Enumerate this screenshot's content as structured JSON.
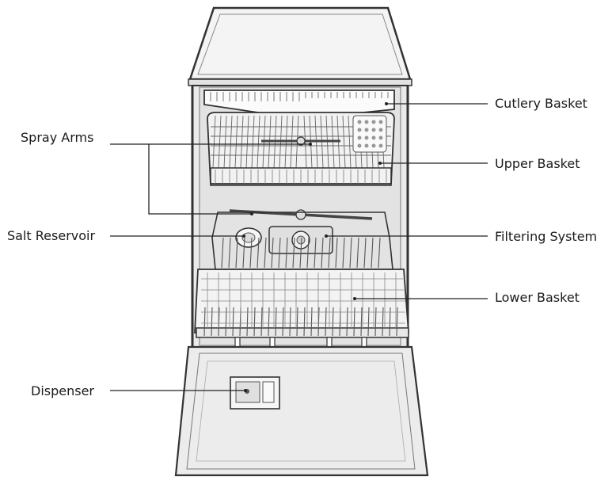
{
  "labels": {
    "cutlery_basket": "Cutlery Basket",
    "spray_arms": "Spray Arms",
    "upper_basket": "Upper Basket",
    "salt_reservoir": "Salt Reservoir",
    "filtering_system": "Filtering System",
    "lower_basket": "Lower Basket",
    "dispenser": "Dispenser"
  },
  "colors": {
    "outline": "#333333",
    "body_fill": "#f4f4f4",
    "interior_fill": "#e6e6e6",
    "door_fill": "#ececec",
    "rack_line": "#555555",
    "leader_line": "#222222"
  }
}
